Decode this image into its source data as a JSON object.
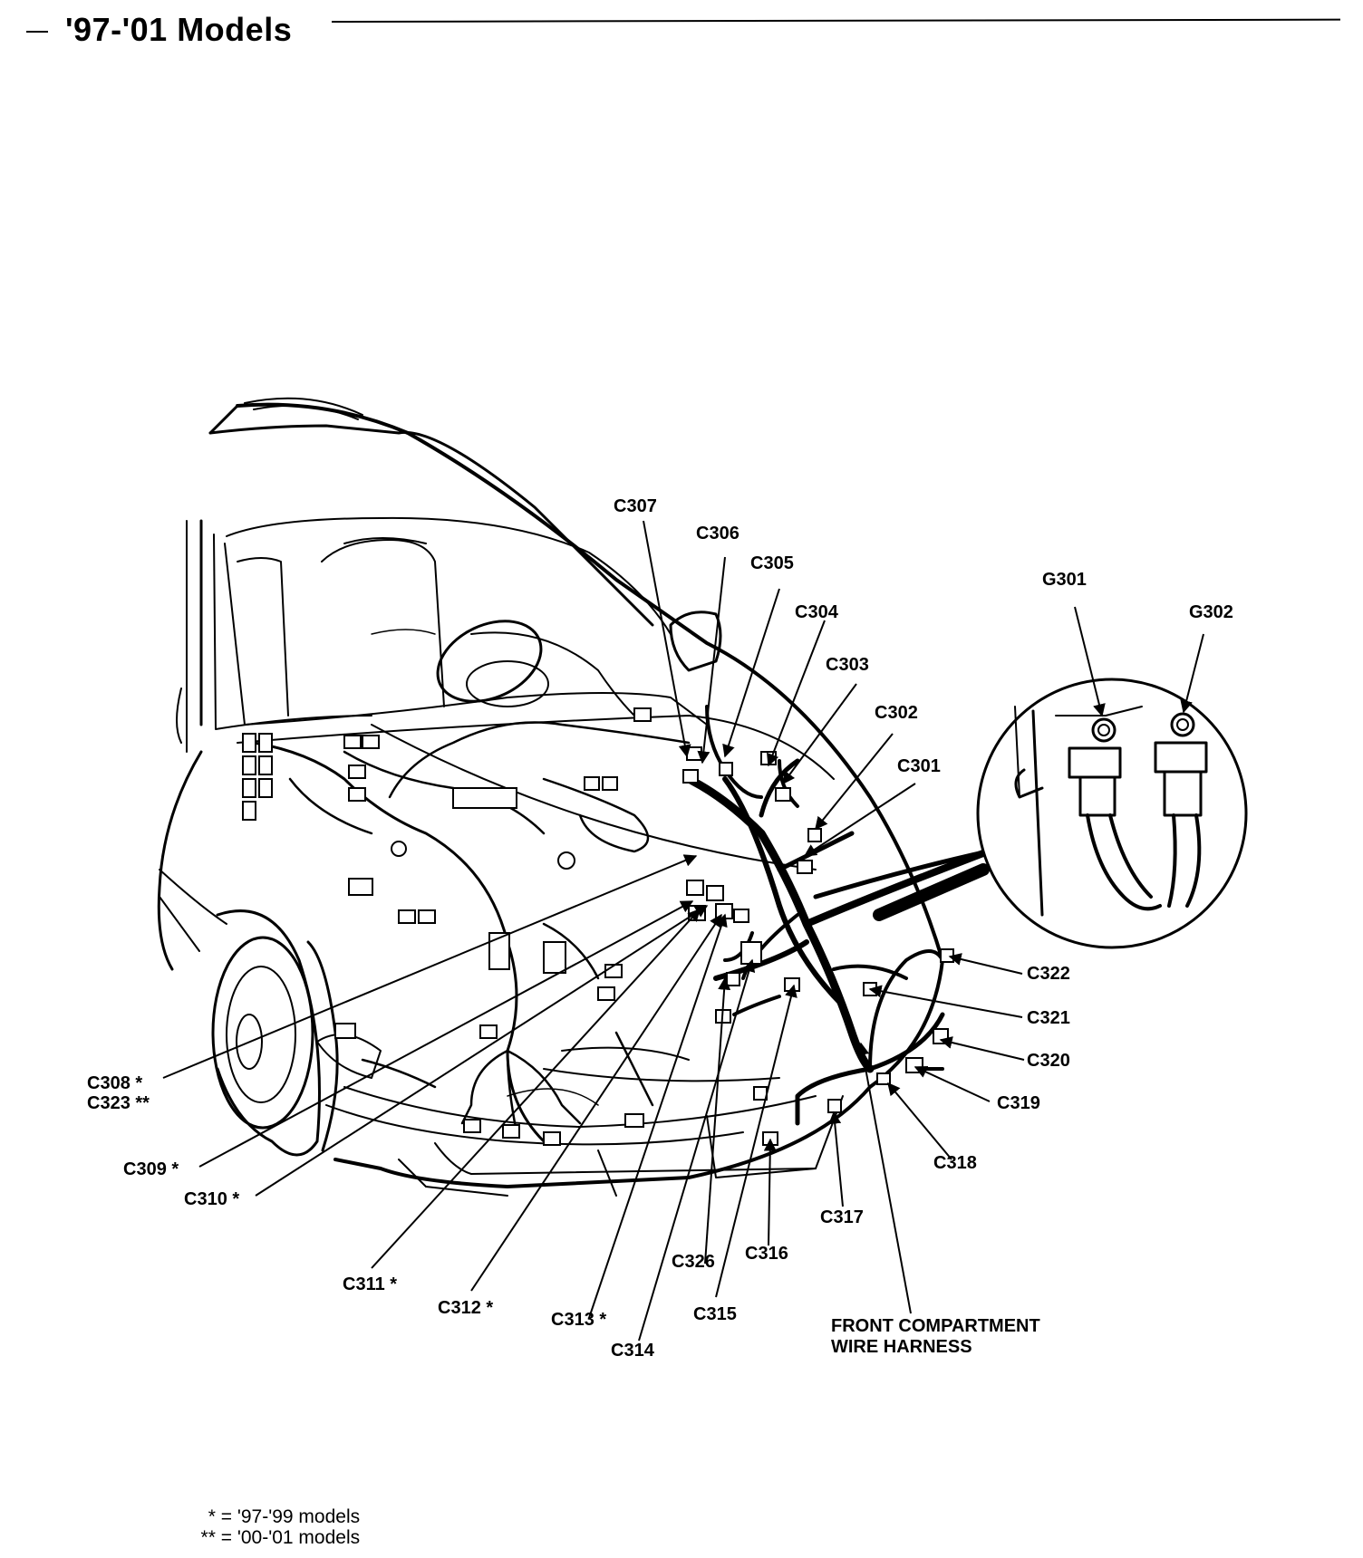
{
  "header": {
    "title": "'97-'01 Models"
  },
  "labels": {
    "C301": "C301",
    "C302": "C302",
    "C303": "C303",
    "C304": "C304",
    "C305": "C305",
    "C306": "C306",
    "C307": "C307",
    "C308": "C308 *",
    "C323": "C323 **",
    "C309": "C309 *",
    "C310": "C310 *",
    "C311": "C311 *",
    "C312": "C312 *",
    "C313": "C313 *",
    "C314": "C314",
    "C315": "C315",
    "C316": "C316",
    "C317": "C317",
    "C318": "C318",
    "C319": "C319",
    "C320": "C320",
    "C321": "C321",
    "C322": "C322",
    "C326": "C326",
    "G301": "G301",
    "G302": "G302",
    "harness_line1": "FRONT COMPARTMENT",
    "harness_line2": "WIRE HARNESS"
  },
  "footnotes": [
    {
      "symbol": "* =",
      "text": "'97-'99 models"
    },
    {
      "symbol": "** =",
      "text": "'00-'01 models"
    }
  ]
}
